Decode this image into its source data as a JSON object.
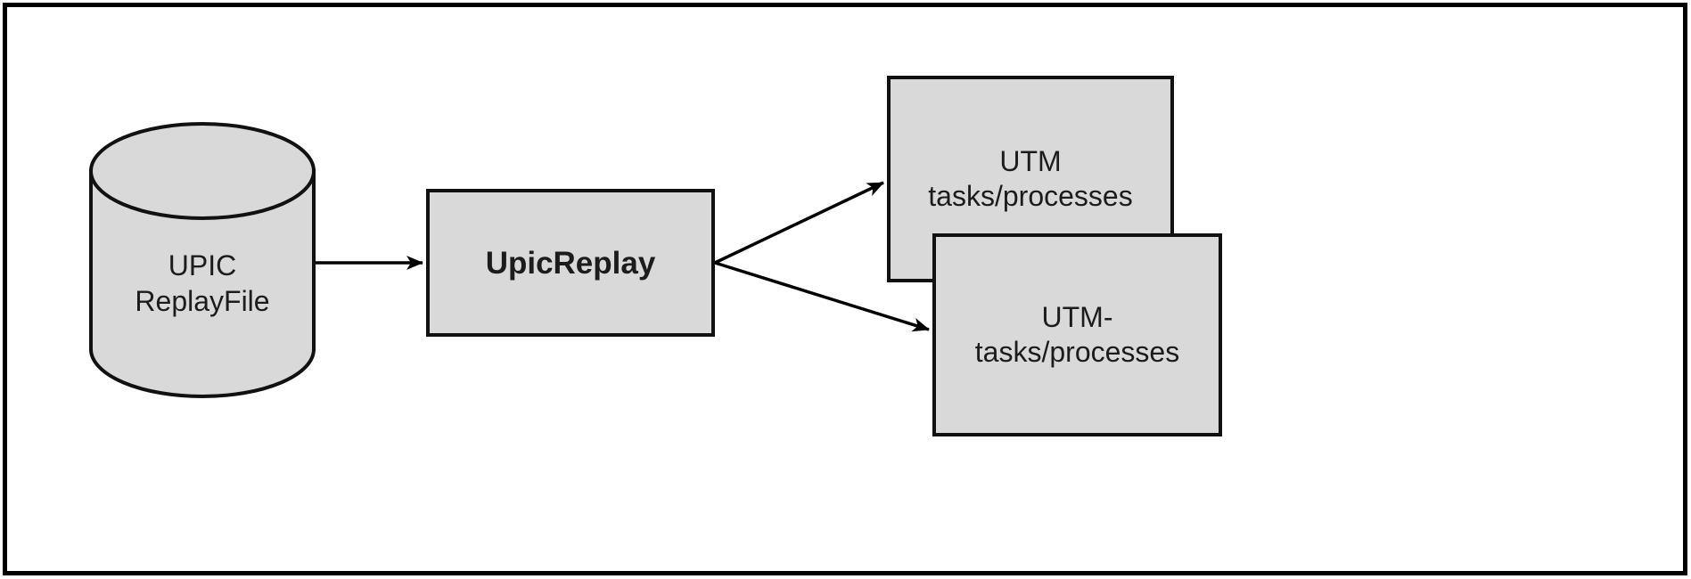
{
  "diagram": {
    "nodes": {
      "replay_file": {
        "shape": "cylinder",
        "line1": "UPIC",
        "line2": "ReplayFile"
      },
      "upic_replay": {
        "shape": "rectangle",
        "label": "UpicReplay"
      },
      "utm_top": {
        "shape": "rectangle",
        "line1": "UTM",
        "line2": "tasks/processes"
      },
      "utm_bottom": {
        "shape": "rectangle",
        "line1": "UTM-",
        "line2": "tasks/processes"
      }
    },
    "edges": [
      {
        "from": "replay_file",
        "to": "upic_replay",
        "style": "arrow"
      },
      {
        "from": "upic_replay",
        "to": "utm_top",
        "style": "arrow"
      },
      {
        "from": "upic_replay",
        "to": "utm_bottom",
        "style": "arrow"
      }
    ],
    "colors": {
      "node_fill": "#d9d9d9",
      "node_border": "#111111",
      "connector": "#000000",
      "text": "#1c1c1c",
      "background": "#ffffff",
      "frame": "#000000"
    }
  }
}
